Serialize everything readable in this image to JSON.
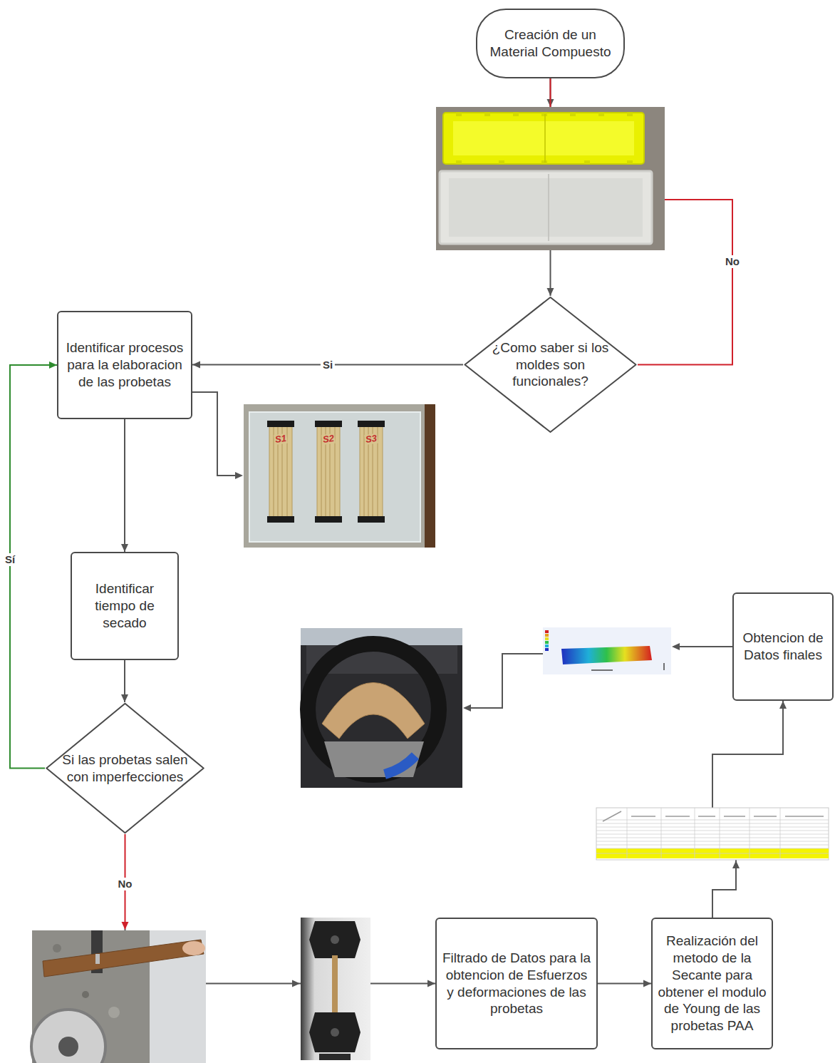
{
  "diagram": {
    "nodes": [
      {
        "text": [
          "Creación de un Material Compuesto"
        ]
      },
      {
        "text": [
          "¿Como saber si los moldes son funcionales?"
        ]
      },
      {
        "text": [
          "Identificar procesos para la elaboracion de las probetas"
        ]
      },
      {
        "text": [
          "Identificar tiempo de secado"
        ]
      },
      {
        "text": [
          "Si las probetas salen con imperfecciones"
        ]
      },
      {
        "text": [
          "Obtencion de Datos finales"
        ]
      },
      {
        "text": [
          "Filtrado de Datos para la obtencion de Esfuerzos y deformaciones de las probetas"
        ]
      },
      {
        "text": [
          "Realización del metodo de la Secante para obtener el modulo de Young de las probetas PAA"
        ]
      }
    ],
    "edges": [
      {
        "from": 0,
        "to": 1,
        "arrow": "to"
      },
      {
        "from": 1,
        "to": 0,
        "label": "No",
        "arrow": "none"
      },
      {
        "from": 1,
        "to": 2,
        "label": "Si",
        "arrow": "to"
      },
      {
        "from": 2,
        "to": 3,
        "arrow": "to"
      },
      {
        "from": 3,
        "to": 4,
        "arrow": "to"
      },
      {
        "from": 4,
        "to": 2,
        "label": "Sí",
        "arrow": "to"
      },
      {
        "from": 4,
        "to": 6,
        "label": "No",
        "arrow": "to"
      },
      {
        "from": 6,
        "to": 7,
        "arrow": "to"
      },
      {
        "from": 7,
        "to": 5,
        "arrow": "to"
      }
    ],
    "labels": [
      "S1",
      "S2",
      "S3"
    ]
  }
}
